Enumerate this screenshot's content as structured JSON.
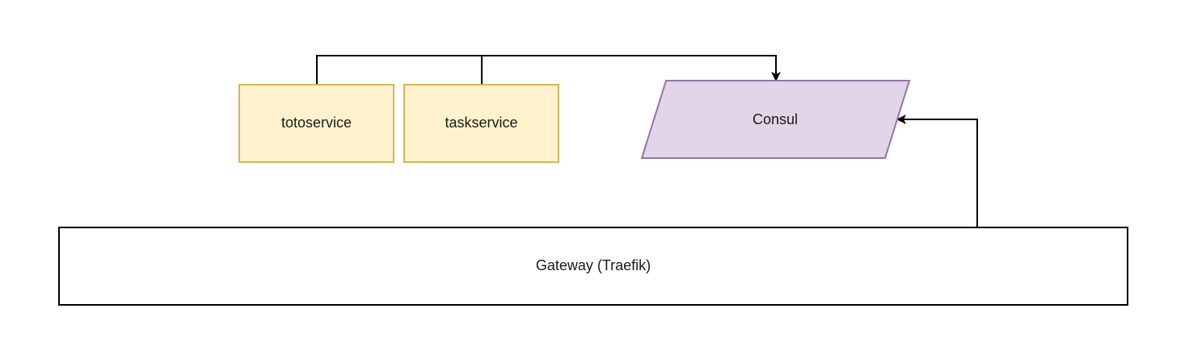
{
  "nodes": {
    "totoservice": {
      "label": "totoservice",
      "shape": "rectangle",
      "fill": "#fff2cc",
      "stroke": "#d6b656"
    },
    "taskservice": {
      "label": "taskservice",
      "shape": "rectangle",
      "fill": "#fff2cc",
      "stroke": "#d6b656"
    },
    "consul": {
      "label": "Consul",
      "shape": "parallelogram",
      "fill": "#e1d5e7",
      "stroke": "#9673a6"
    },
    "gateway": {
      "label": "Gateway (Traefik)",
      "shape": "rectangle",
      "fill": "#ffffff",
      "stroke": "#000000"
    }
  },
  "edges": [
    {
      "from": "totoservice",
      "to": "consul",
      "arrow": "end"
    },
    {
      "from": "taskservice",
      "to": "consul",
      "arrow": "end"
    },
    {
      "from": "gateway",
      "to": "consul",
      "arrow": "end"
    }
  ]
}
